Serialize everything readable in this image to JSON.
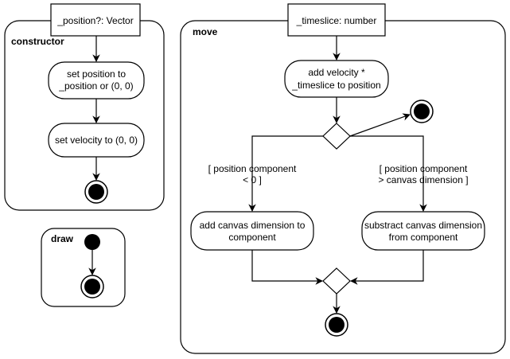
{
  "constructor": {
    "title": "constructor",
    "param": "_position?: Vector",
    "step1_line1": "set position to",
    "step1_line2": "_position or (0, 0)",
    "step2": "set velocity to (0, 0)"
  },
  "draw": {
    "title": "draw"
  },
  "move": {
    "title": "move",
    "param": "_timeslice: number",
    "step1_line1": "add velocity *",
    "step1_line2": "_timeslice to position",
    "guard_left_line1": "[ position component",
    "guard_left_line2": "< 0 ]",
    "guard_right_line1": "[ position component",
    "guard_right_line2": "> canvas dimension ]",
    "left_action_line1": "add canvas dimension to",
    "left_action_line2": "component",
    "right_action_line1": "substract canvas dimension",
    "right_action_line2": "from component"
  },
  "colors": {
    "stroke": "#000000",
    "fill": "#ffffff"
  }
}
